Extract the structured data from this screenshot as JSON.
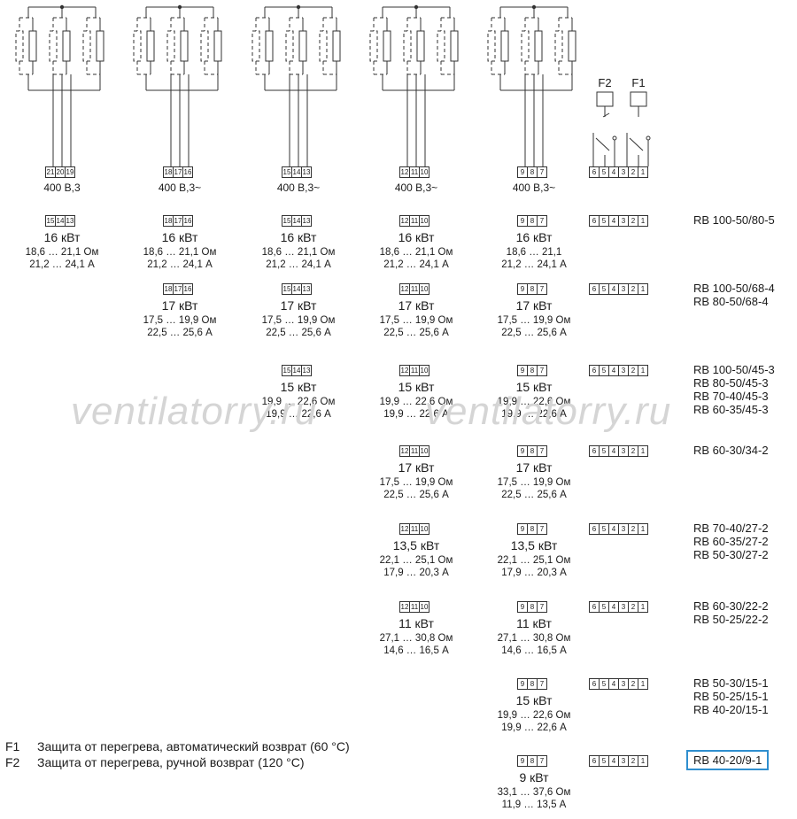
{
  "watermark": [
    "ventilatorry.ru",
    "ventilatorry.ru"
  ],
  "schematics": [
    {
      "terminals": [
        "21",
        "20",
        "19"
      ],
      "supply": "400 В,3"
    },
    {
      "terminals": [
        "18",
        "17",
        "16"
      ],
      "supply": "400 В,3~"
    },
    {
      "terminals": [
        "15",
        "14",
        "13"
      ],
      "supply": "400 В,3~"
    },
    {
      "terminals": [
        "12",
        "11",
        "10"
      ],
      "supply": "400 В,3~"
    },
    {
      "terminals": [
        "9",
        "8",
        "7"
      ],
      "supply": "400 В,3~"
    }
  ],
  "protection": {
    "labels": [
      "F2",
      "F1"
    ],
    "terminals": [
      "6",
      "5",
      "4",
      "3",
      "2",
      "1"
    ]
  },
  "rows": [
    {
      "models": [
        "RB 100-50/80-5"
      ],
      "highlighted": false,
      "cells": [
        {
          "col": 0,
          "terminals": [
            "15",
            "14",
            "13"
          ],
          "power": "16 кВт",
          "resistance": "18,6 … 21,1 Ом",
          "current": "21,2 … 24,1 А"
        },
        {
          "col": 1,
          "terminals": [
            "18",
            "17",
            "16"
          ],
          "power": "16 кВт",
          "resistance": "18,6 … 21,1 Ом",
          "current": "21,2 … 24,1 А"
        },
        {
          "col": 2,
          "terminals": [
            "15",
            "14",
            "13"
          ],
          "power": "16 кВт",
          "resistance": "18,6 … 21,1 Ом",
          "current": "21,2 … 24,1 А"
        },
        {
          "col": 3,
          "terminals": [
            "12",
            "11",
            "10"
          ],
          "power": "16 кВт",
          "resistance": "18,6 … 21,1 Ом",
          "current": "21,2 … 24,1 А"
        },
        {
          "col": 4,
          "terminals": [
            "9",
            "8",
            "7"
          ],
          "power": "16 кВт",
          "resistance": "18,6 … 21,1",
          "current": "21,2 … 24,1 А"
        }
      ]
    },
    {
      "models": [
        "RB 100-50/68-4",
        "RB 80-50/68-4"
      ],
      "highlighted": false,
      "cells": [
        {
          "col": 1,
          "terminals": [
            "18",
            "17",
            "16"
          ],
          "power": "17 кВт",
          "resistance": "17,5 … 19,9 Ом",
          "current": "22,5 … 25,6 А"
        },
        {
          "col": 2,
          "terminals": [
            "15",
            "14",
            "13"
          ],
          "power": "17 кВт",
          "resistance": "17,5 … 19,9 Ом",
          "current": "22,5 … 25,6 А"
        },
        {
          "col": 3,
          "terminals": [
            "12",
            "11",
            "10"
          ],
          "power": "17 кВт",
          "resistance": "17,5 … 19,9 Ом",
          "current": "22,5 … 25,6 А"
        },
        {
          "col": 4,
          "terminals": [
            "9",
            "8",
            "7"
          ],
          "power": "17 кВт",
          "resistance": "17,5 … 19,9 Ом",
          "current": "22,5 … 25,6 А"
        }
      ]
    },
    {
      "models": [
        "RB 100-50/45-3",
        "RB 80-50/45-3",
        "RB 70-40/45-3",
        "RB 60-35/45-3"
      ],
      "highlighted": false,
      "cells": [
        {
          "col": 2,
          "terminals": [
            "15",
            "14",
            "13"
          ],
          "power": "15 кВт",
          "resistance": "19,9 … 22,6 Ом",
          "current": "19,9 … 22,6 А"
        },
        {
          "col": 3,
          "terminals": [
            "12",
            "11",
            "10"
          ],
          "power": "15 кВт",
          "resistance": "19,9 … 22,6 Ом",
          "current": "19,9 … 22,6 А"
        },
        {
          "col": 4,
          "terminals": [
            "9",
            "8",
            "7"
          ],
          "power": "15 кВт",
          "resistance": "19,9 … 22,6 Ом",
          "current": "19,9 … 22,6 А"
        }
      ]
    },
    {
      "models": [
        "RB 60-30/34-2"
      ],
      "highlighted": false,
      "cells": [
        {
          "col": 3,
          "terminals": [
            "12",
            "11",
            "10"
          ],
          "power": "17 кВт",
          "resistance": "17,5 … 19,9 Ом",
          "current": "22,5 … 25,6 А"
        },
        {
          "col": 4,
          "terminals": [
            "9",
            "8",
            "7"
          ],
          "power": "17 кВт",
          "resistance": "17,5 … 19,9 Ом",
          "current": "22,5 … 25,6 А"
        }
      ]
    },
    {
      "models": [
        "RB 70-40/27-2",
        "RB 60-35/27-2",
        "RB 50-30/27-2"
      ],
      "highlighted": false,
      "cells": [
        {
          "col": 3,
          "terminals": [
            "12",
            "11",
            "10"
          ],
          "power": "13,5 кВт",
          "resistance": "22,1 … 25,1 Ом",
          "current": "17,9 … 20,3 А"
        },
        {
          "col": 4,
          "terminals": [
            "9",
            "8",
            "7"
          ],
          "power": "13,5 кВт",
          "resistance": "22,1 … 25,1 Ом",
          "current": "17,9 … 20,3 А"
        }
      ]
    },
    {
      "models": [
        "RB 60-30/22-2",
        "RB 50-25/22-2"
      ],
      "highlighted": false,
      "cells": [
        {
          "col": 3,
          "terminals": [
            "12",
            "11",
            "10"
          ],
          "power": "11 кВт",
          "resistance": "27,1 … 30,8 Ом",
          "current": "14,6 … 16,5 А"
        },
        {
          "col": 4,
          "terminals": [
            "9",
            "8",
            "7"
          ],
          "power": "11 кВт",
          "resistance": "27,1 … 30,8 Ом",
          "current": "14,6 … 16,5 А"
        }
      ]
    },
    {
      "models": [
        "RB 50-30/15-1",
        "RB 50-25/15-1",
        "RB 40-20/15-1"
      ],
      "highlighted": false,
      "cells": [
        {
          "col": 4,
          "terminals": [
            "9",
            "8",
            "7"
          ],
          "power": "15 кВт",
          "resistance": "19,9 … 22,6 Ом",
          "current": "19,9 … 22,6 А"
        }
      ]
    },
    {
      "models": [
        "RB 40-20/9-1"
      ],
      "highlighted": true,
      "cells": [
        {
          "col": 4,
          "terminals": [
            "9",
            "8",
            "7"
          ],
          "power": "9 кВт",
          "resistance": "33,1 … 37,6 Ом",
          "current": "11,9 … 13,5 А"
        }
      ]
    }
  ],
  "legend": [
    {
      "code": "F1",
      "text": "Защита от перегрева, автоматический возврат (60 °C)"
    },
    {
      "code": "F2",
      "text": "Защита от перегрева, ручной возврат (120 °C)"
    }
  ],
  "colors": {
    "line": "#333333",
    "highlight": "#2f8fcf",
    "watermark": "#d5d5d5"
  }
}
